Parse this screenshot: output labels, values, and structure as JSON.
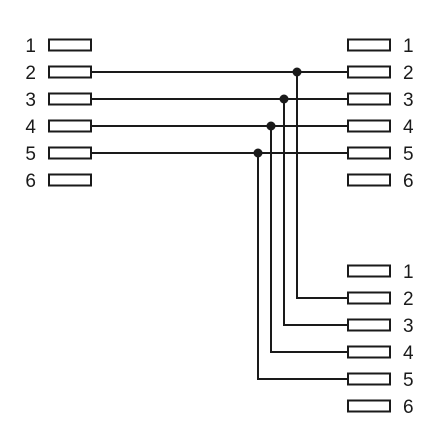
{
  "colors": {
    "ink": "#1a1a1a",
    "background": "#ffffff"
  },
  "connectors": [
    {
      "id": "left",
      "pins": [
        "1",
        "2",
        "3",
        "4",
        "5",
        "6"
      ]
    },
    {
      "id": "right-top",
      "pins": [
        "1",
        "2",
        "3",
        "4",
        "5",
        "6"
      ]
    },
    {
      "id": "right-bottom",
      "pins": [
        "1",
        "2",
        "3",
        "4",
        "5",
        "6"
      ]
    }
  ],
  "wiring": [
    {
      "from": {
        "connector": "left",
        "pin": "2"
      },
      "to": [
        {
          "connector": "right-top",
          "pin": "2"
        },
        {
          "connector": "right-bottom",
          "pin": "2"
        }
      ]
    },
    {
      "from": {
        "connector": "left",
        "pin": "3"
      },
      "to": [
        {
          "connector": "right-top",
          "pin": "3"
        },
        {
          "connector": "right-bottom",
          "pin": "3"
        }
      ]
    },
    {
      "from": {
        "connector": "left",
        "pin": "4"
      },
      "to": [
        {
          "connector": "right-top",
          "pin": "4"
        },
        {
          "connector": "right-bottom",
          "pin": "4"
        }
      ]
    },
    {
      "from": {
        "connector": "left",
        "pin": "5"
      },
      "to": [
        {
          "connector": "right-top",
          "pin": "5"
        },
        {
          "connector": "right-bottom",
          "pin": "5"
        }
      ]
    }
  ]
}
